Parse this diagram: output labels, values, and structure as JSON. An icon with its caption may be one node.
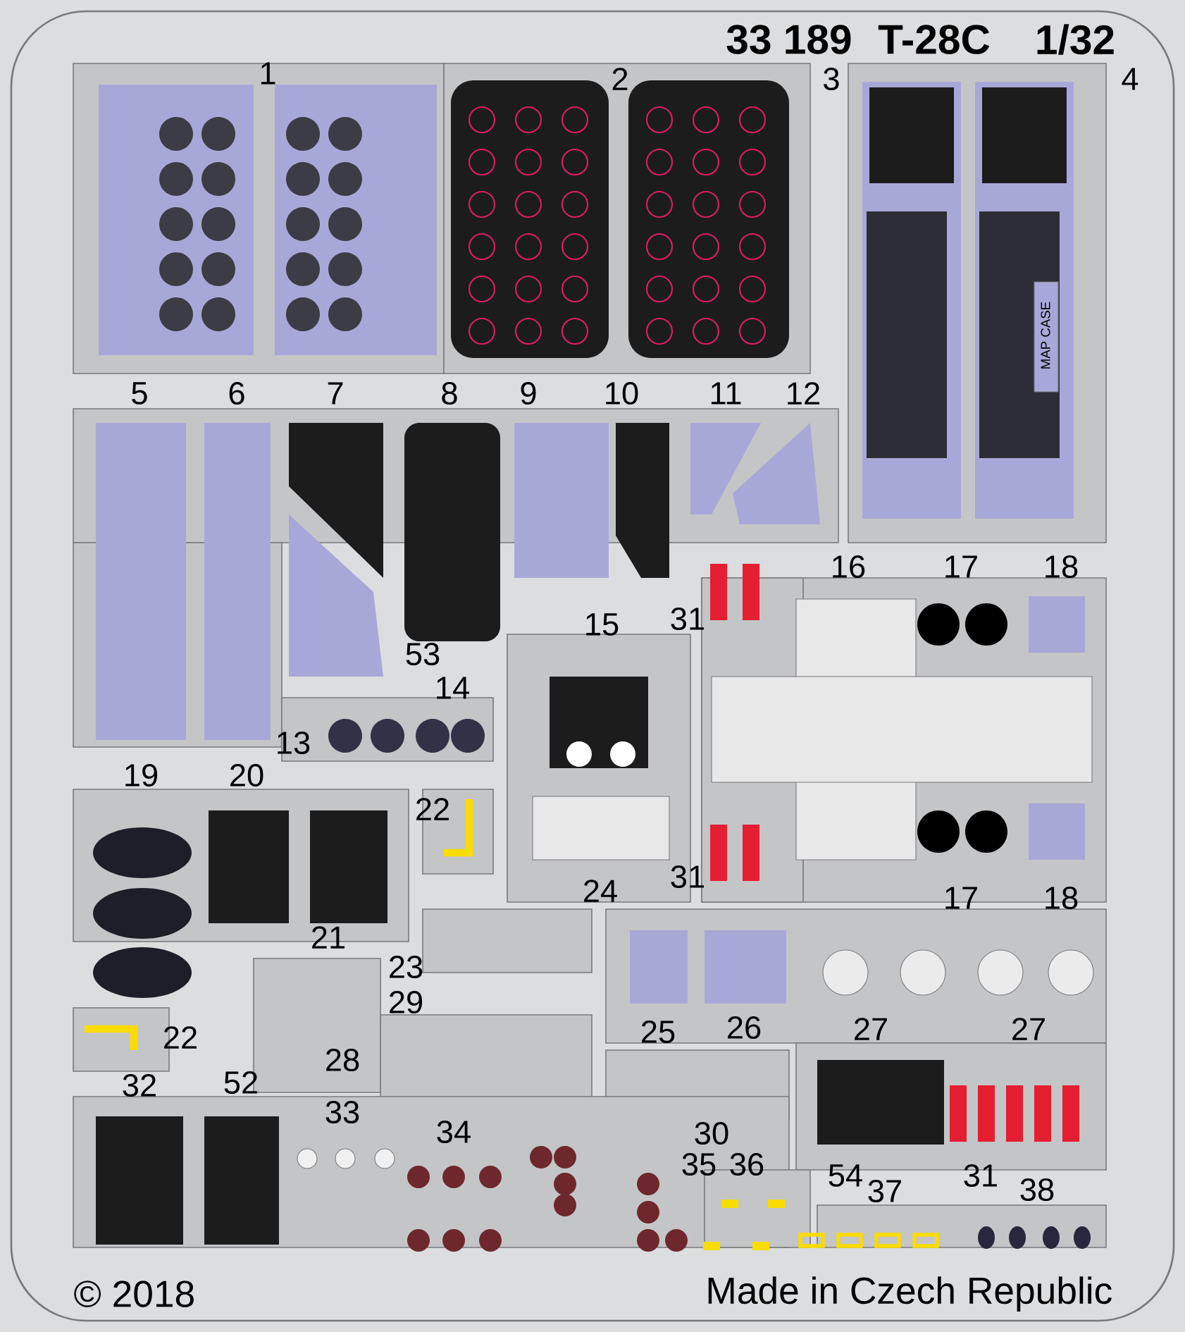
{
  "diagram": {
    "labels": [
      "33 189",
      "T-28C",
      "1/32",
      "1",
      "2",
      "3",
      "4",
      "5",
      "6",
      "7",
      "8",
      "9",
      "10",
      "11",
      "12",
      "MAP CASE",
      "31",
      "16",
      "17",
      "18",
      "15",
      "53",
      "14",
      "13",
      "19",
      "20",
      "22",
      "21",
      "24",
      "31",
      "17",
      "18",
      "23",
      "29",
      "22",
      "25",
      "26",
      "27",
      "27",
      "28",
      "32",
      "52",
      "33",
      "34",
      "30",
      "35",
      "36",
      "54",
      "37",
      "31",
      "38",
      "© 2018",
      "Made in Czech Republic"
    ]
  }
}
